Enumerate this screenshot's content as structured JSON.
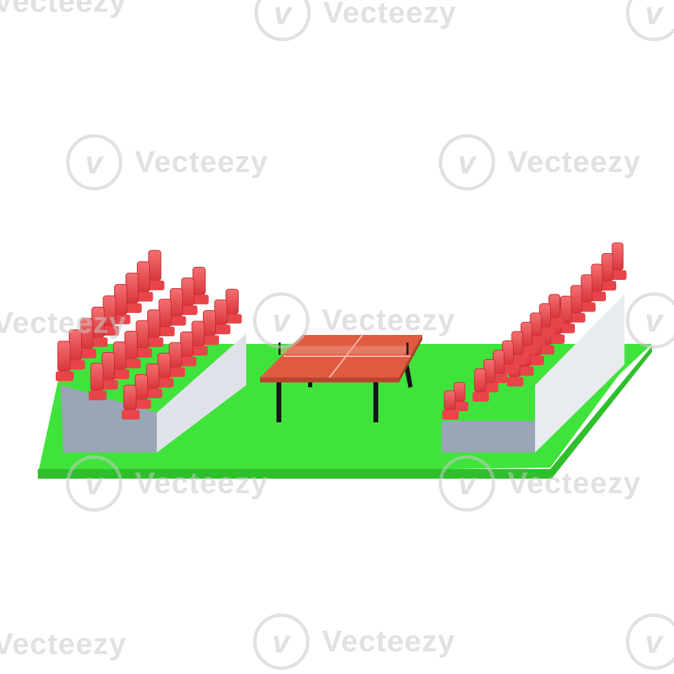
{
  "watermark": {
    "text": "Vecteezy",
    "icon": "vecteezy-v-logo"
  },
  "scene": {
    "subject": "table tennis arena",
    "colors": {
      "field": "#3ee23a",
      "field_side": "#2cc42a",
      "table_top": "#e0583f",
      "table_lines": "#f3b6a6",
      "seat": "#ee3f44",
      "seat_dark": "#c22a30",
      "stand_front": "#9aa6b6",
      "stand_side": "#e6e9ee",
      "legs": "#1a1a1a"
    }
  }
}
